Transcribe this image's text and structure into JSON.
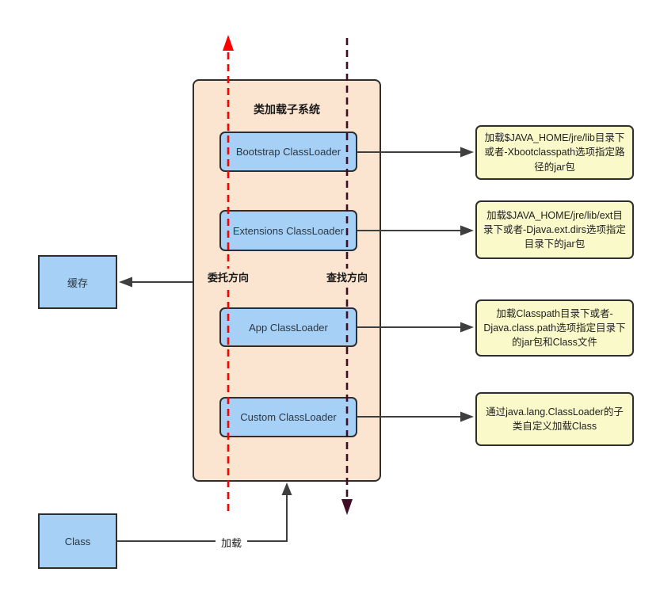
{
  "diagram": {
    "title": "类加载子系统",
    "loaders": [
      {
        "label": "Bootstrap ClassLoader",
        "note": "加载$JAVA_HOME/jre/lib目录下或者-Xbootclasspath选项指定路径的jar包"
      },
      {
        "label": "Extensions ClassLoader",
        "note": "加载$JAVA_HOME/jre/lib/ext目录下或者-Djava.ext.dirs选项指定目录下的jar包"
      },
      {
        "label": "App ClassLoader",
        "note": "加载Classpath目录下或者-Djava.class.path选项指定目录下的jar包和Class文件"
      },
      {
        "label": "Custom ClassLoader",
        "note": "通过java.lang.ClassLoader的子类自定义加载Class"
      }
    ],
    "labels": {
      "delegation_direction": "委托方向",
      "lookup_direction": "查找方向",
      "load": "加载",
      "cache": "缓存",
      "class": "Class"
    },
    "colors": {
      "container_fill": "#FBE5D0",
      "node_fill": "#A6D0F5",
      "note_fill": "#FAF9C9",
      "border": "#2e2e2e",
      "arrow": "#3f3f3f",
      "delegation_line": "#FF0000",
      "lookup_line": "#3F0E26"
    }
  }
}
